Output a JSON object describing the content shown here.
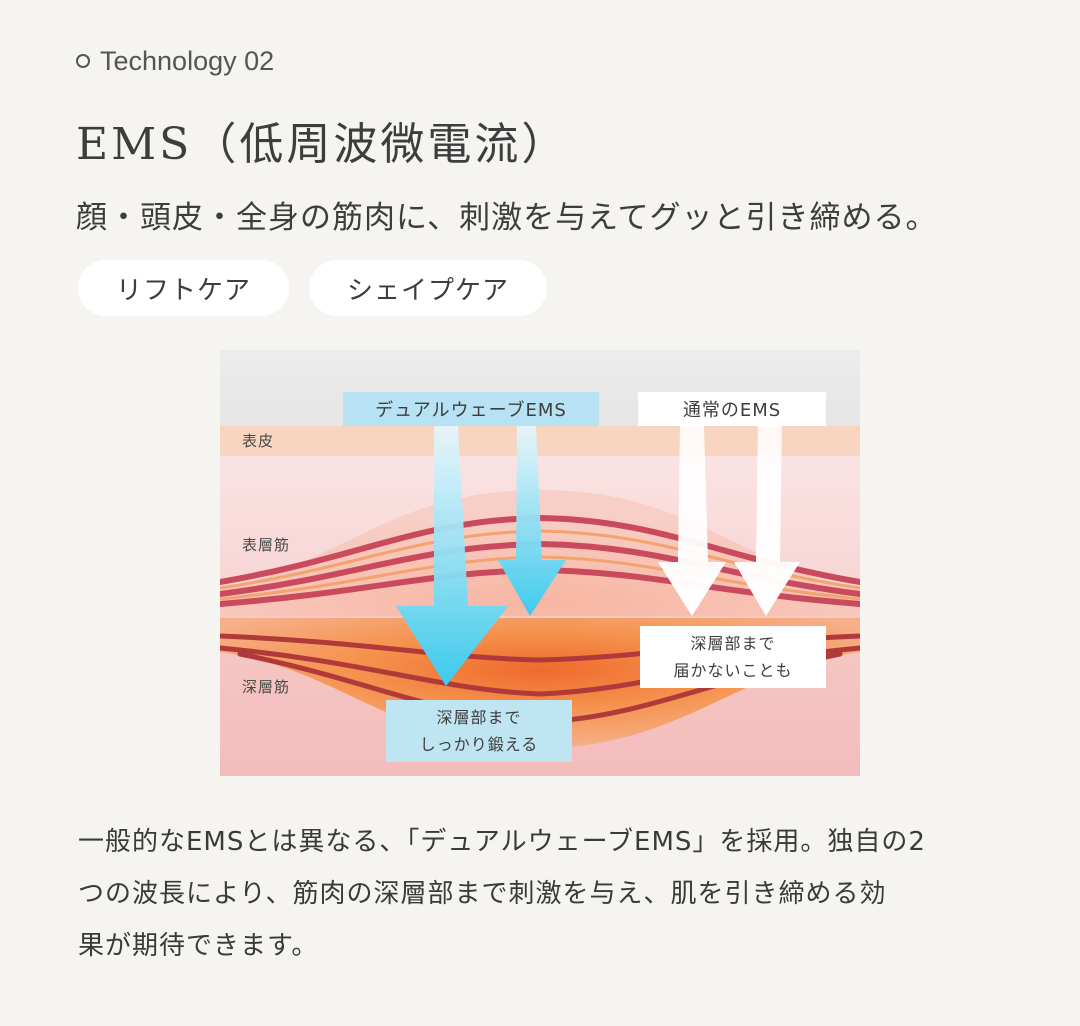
{
  "header": {
    "eyebrow": "Technology 02",
    "title": "EMS（低周波微電流）",
    "subtitle": "顔・頭皮・全身の筋肉に、刺激を与えてグッと引き締める。"
  },
  "tags": [
    "リフトケア",
    "シェイプケア"
  ],
  "diagram": {
    "arrow_labels": {
      "dual_wave": "デュアルウェーブEMS",
      "normal": "通常のEMS"
    },
    "layers": {
      "epidermis": "表皮",
      "superficial_muscle": "表層筋",
      "deep_muscle": "深層筋"
    },
    "callouts": {
      "not_reach_line1": "深層部まで",
      "not_reach_line2": "届かないことも",
      "deep_train_line1": "深層部まで",
      "deep_train_line2": "しっかり鍛える"
    },
    "colors": {
      "dual_wave_arrow": "#4fd0ef",
      "normal_arrow": "#ffffff",
      "epidermis": "#f8d5c1",
      "superficial_muscle_band": "#c94a5c",
      "deep_muscle_core": "#f06a2c"
    }
  },
  "body": {
    "paragraph": "一般的なEMSとは異なる、「デュアルウェーブEMS」を採用。独自の2\nつの波長により、筋肉の深層部まで刺激を与え、肌を引き締める効\n果が期待できます。"
  }
}
